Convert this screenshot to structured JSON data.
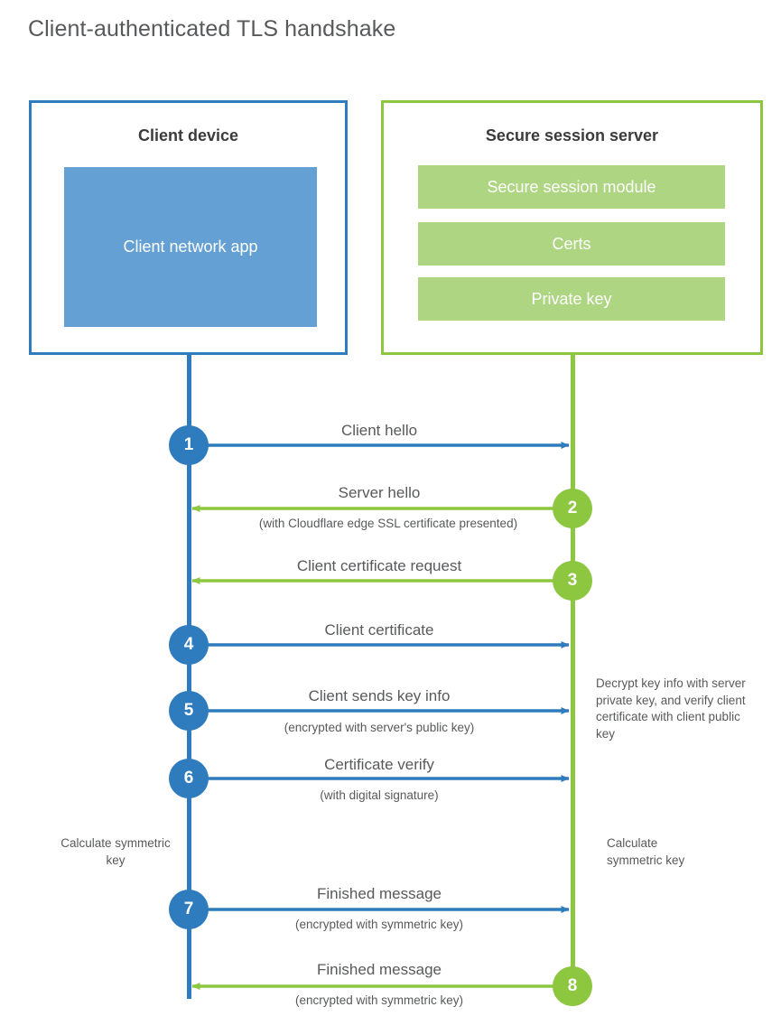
{
  "title": "Client-authenticated TLS handshake",
  "colors": {
    "client_blue": "#2e7cbd",
    "client_app_fill": "#64a0d3",
    "server_green": "#8dc63f",
    "server_bar_fill": "#aed581",
    "text_gray": "#58595b",
    "heading_gray": "#3b3b3d",
    "background": "#ffffff"
  },
  "actors": {
    "client": {
      "title": "Client device",
      "app_label": "Client network app"
    },
    "server": {
      "title": "Secure session server",
      "bars": [
        {
          "label": "Secure session module"
        },
        {
          "label": "Certs"
        },
        {
          "label": "Private key"
        }
      ]
    }
  },
  "steps": [
    {
      "number": "1",
      "side": "client",
      "direction": "client-to-server",
      "label": "Client hello",
      "sublabel": ""
    },
    {
      "number": "2",
      "side": "server",
      "direction": "server-to-client",
      "label": "Server hello",
      "sublabel": "(with Cloudflare edge SSL certificate presented)"
    },
    {
      "number": "3",
      "side": "server",
      "direction": "server-to-client",
      "label": "Client certificate request",
      "sublabel": ""
    },
    {
      "number": "4",
      "side": "client",
      "direction": "client-to-server",
      "label": "Client certificate",
      "sublabel": ""
    },
    {
      "number": "5",
      "side": "client",
      "direction": "client-to-server",
      "label": "Client sends key info",
      "sublabel": "(encrypted with server's public key)"
    },
    {
      "number": "6",
      "side": "client",
      "direction": "client-to-server",
      "label": "Certificate verify",
      "sublabel": "(with digital signature)"
    },
    {
      "number": "7",
      "side": "client",
      "direction": "client-to-server",
      "label": "Finished message",
      "sublabel": "(encrypted with symmetric key)"
    },
    {
      "number": "8",
      "side": "server",
      "direction": "server-to-client",
      "label": "Finished message",
      "sublabel": "(encrypted with symmetric key)"
    }
  ],
  "annotations": {
    "server_decrypt": "Decrypt key info with server private key, and verify client certificate with client public key",
    "client_calculate": "Calculate symmetric key",
    "server_calculate": "Calculate symmetric key"
  }
}
